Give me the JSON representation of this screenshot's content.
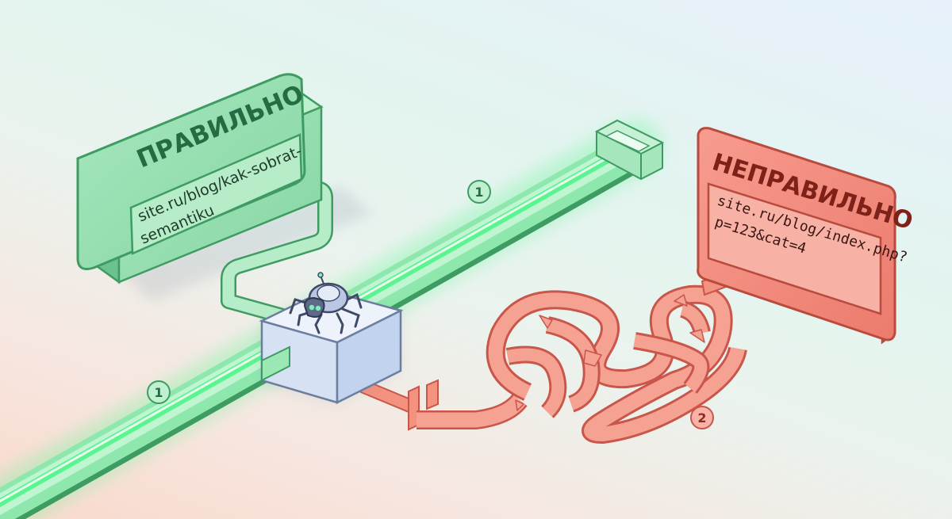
{
  "correct_sign": {
    "title": "ПРАВИЛЬНО",
    "url_line1": "site.ru/blog/kak-sobrat-",
    "url_line2": "semantiku"
  },
  "incorrect_sign": {
    "title": "НЕПРАВИЛЬНО",
    "url_line1": "site.ru/blog/index.php?",
    "url_line2": "p=123&cat=4"
  },
  "markers": {
    "tube_top": "1",
    "tube_bottom": "1",
    "maze": "2"
  },
  "crawler": {
    "icon": "spider-robot-icon"
  },
  "colors": {
    "green": "#8fdcab",
    "green_dark": "#4caa70",
    "glow": "#5cf08a",
    "red": "#f28a7d",
    "red_dark": "#d0574a",
    "box": "#dbe7f7"
  }
}
